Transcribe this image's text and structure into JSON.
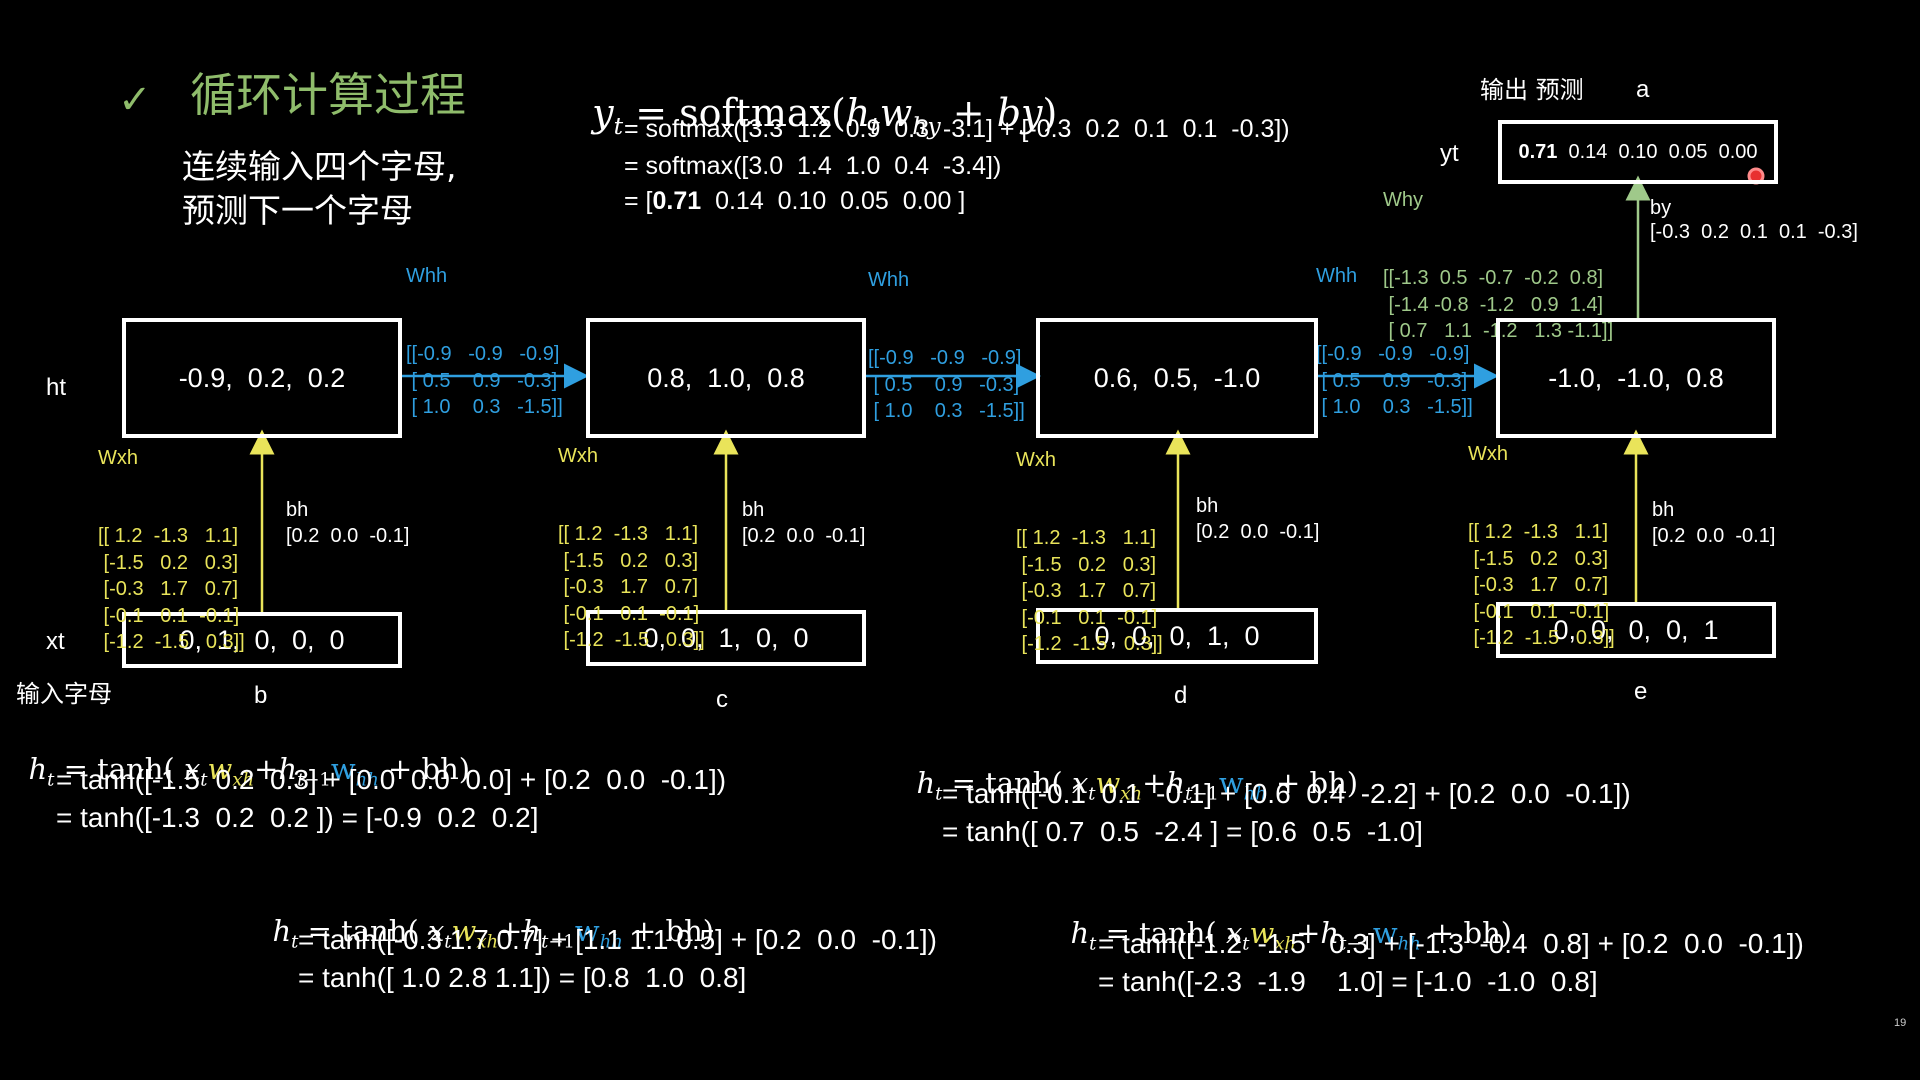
{
  "slide": {
    "check": "✓",
    "title": "循环计算过程",
    "subtitle_line1": "连续输入四个字母,",
    "subtitle_line2": "预测下一个字母",
    "page_number": "19"
  },
  "labels": {
    "ht": "ht",
    "xt": "xt",
    "input_letter": "输入字母",
    "yt": "yt",
    "output_predict": "输出 预测",
    "predicted_letter": "a"
  },
  "steps": [
    {
      "h": "-0.9,  0.2,  0.2",
      "x": "0,  1,  0,  0,  0",
      "letter": "b",
      "wxh_label": "Wxh",
      "wxh": [
        "[[ 1.2  -1.3   1.1]",
        " [-1.5   0.2   0.3]",
        " [-0.3   1.7   0.7]",
        " [-0.1   0.1  -0.1]",
        " [-1.2  -1.5   0.3]]"
      ],
      "bh_label": "bh",
      "bh": "[0.2  0.0  -0.1]"
    },
    {
      "h": "0.8,  1.0,  0.8",
      "x": "0,  0,  1,  0,  0",
      "letter": "c",
      "wxh_label": "Wxh",
      "wxh": [
        "[[ 1.2  -1.3   1.1]",
        " [-1.5   0.2   0.3]",
        " [-0.3   1.7   0.7]",
        " [-0.1   0.1  -0.1]",
        " [-1.2  -1.5   0.3]]"
      ],
      "bh_label": "bh",
      "bh": "[0.2  0.0  -0.1]"
    },
    {
      "h": "0.6,  0.5,  -1.0",
      "x": "0,  0,  0,  1,  0",
      "letter": "d",
      "wxh_label": "Wxh",
      "wxh": [
        "[[ 1.2  -1.3   1.1]",
        " [-1.5   0.2   0.3]",
        " [-0.3   1.7   0.7]",
        " [-0.1   0.1  -0.1]",
        " [-1.2  -1.5   0.3]]"
      ],
      "bh_label": "bh",
      "bh": "[0.2  0.0  -0.1]"
    },
    {
      "h": "-1.0,  -1.0,  0.8",
      "x": "0,  0,  0,  0,  1",
      "letter": "e",
      "wxh_label": "Wxh",
      "wxh": [
        "[[ 1.2  -1.3   1.1]",
        " [-1.5   0.2   0.3]",
        " [-0.3   1.7   0.7]",
        " [-0.1   0.1  -0.1]",
        " [-1.2  -1.5   0.3]]"
      ],
      "bh_label": "bh",
      "bh": "[0.2  0.0  -0.1]"
    }
  ],
  "whh": {
    "label": "Whh",
    "rows": [
      "[[-0.9   -0.9   -0.9]",
      " [ 0.5    0.9   -0.3]",
      " [ 1.0    0.3   -1.5]]"
    ]
  },
  "why": {
    "label": "Why",
    "rows": [
      "[[-1.3  0.5  -0.7  -0.2  0.8]",
      " [-1.4 -0.8  -1.2   0.9  1.4]",
      " [ 0.7   1.1  -1.2   1.3 -1.1]]"
    ]
  },
  "by": {
    "label": "by",
    "value": "[-0.3  0.2  0.1  0.1  -0.3]"
  },
  "output": {
    "first": "0.71",
    "rest": "  0.14  0.10  0.05  0.00"
  },
  "softmax": {
    "head": "= softmax(",
    "line1": "= softmax([3.3  1.2  0.9  0.3  -3.1] + [-0.3  0.2  0.1  0.1  -0.3])",
    "line2": "= softmax([3.0  1.4  1.0  0.4  -3.4])",
    "line3_pre": "= [",
    "line3_bold": "0.71",
    "line3_post": "  0.14  0.10  0.05  0.00 ]"
  },
  "formulas": [
    {
      "l1": "= tanh([-1.5  0.2  0.3] + [0.0  0.0  0.0] + [0.2  0.0  -0.1])",
      "l2": "= tanh([-1.3  0.2  0.2 ]) = [-0.9  0.2  0.2]"
    },
    {
      "l1": "= tanh([-0.1  0.1  -0.1] + [0.6  0.4  -2.2] + [0.2  0.0  -0.1])",
      "l2": "= tanh([ 0.7  0.5  -2.4 ] = [0.6  0.5  -1.0]"
    },
    {
      "l1": "= tanh([-0.3 1.7 0.7] + [1.1 1.1 0.5] + [0.2  0.0  -0.1])",
      "l2": "= tanh([ 1.0 2.8 1.1]) = [0.8  1.0  0.8]"
    },
    {
      "l1": "= tanh([-1.2  -1.5   0.3] + [-1.3  -0.4  0.8] + [0.2  0.0  -0.1])",
      "l2": "= tanh([-2.3  -1.9    1.0] = [-1.0  -1.0  0.8]"
    }
  ]
}
